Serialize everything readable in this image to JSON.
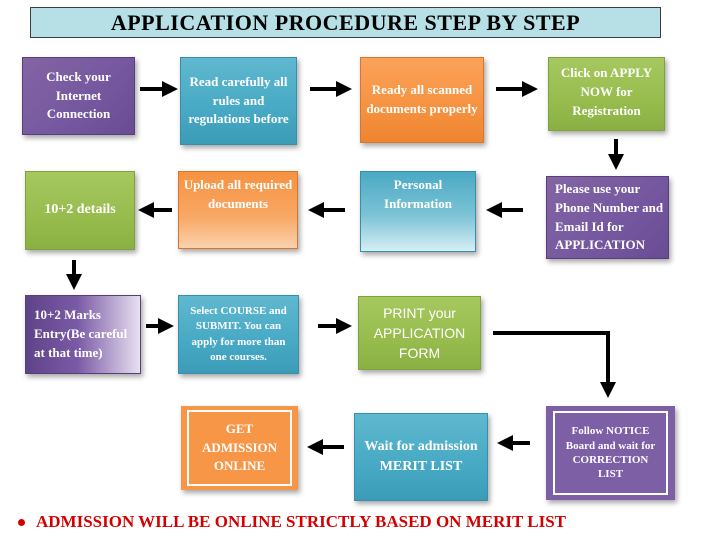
{
  "title": "APPLICATION PROCEDURE STEP BY STEP",
  "steps": {
    "s1": "Check your Internet Connection",
    "s2": "Read carefully all rules and regulations before",
    "s3": "Ready all scanned documents properly",
    "s4": "Click on APPLY NOW for Registration",
    "s5": "Please use your Phone Number and Email Id for APPLICATION",
    "s6": "Personal Information",
    "s7": "Upload all required documents",
    "s8": "10+2 details",
    "s9": "10+2 Marks Entry(Be careful at that time)",
    "s10": "Select COURSE and SUBMIT. You can apply for more than one courses.",
    "s11": "PRINT your APPLICATION FORM",
    "s12": "Follow NOTICE Board and wait for CORRECTION LIST",
    "s13": "Wait for admission MERIT LIST",
    "s14": "GET ADMISSION ONLINE"
  },
  "footer": "ADMISSION WILL BE ONLINE STRICTLY BASED ON MERIT LIST",
  "colors": {
    "purple": "#7558a0",
    "blue": "#47a9c4",
    "orange": "#f69240",
    "green": "#97bc4d",
    "footer_red": "#d40000"
  }
}
